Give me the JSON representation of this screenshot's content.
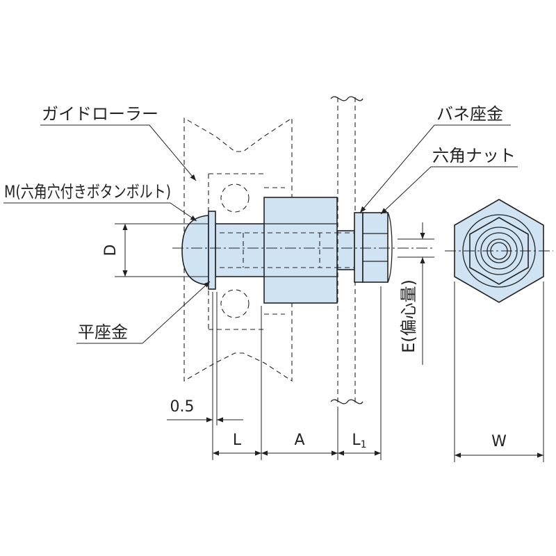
{
  "labels": {
    "guide_roller": "ガイドローラー",
    "button_bolt": "M(六角穴付きボタンボルト)",
    "flat_washer": "平座金",
    "spring_washer": "バネ座金",
    "hex_nut": "六角ナット",
    "eccentric": "E(偏心量)"
  },
  "dimensions": {
    "d": "D",
    "thickness": "0.5",
    "l": "L",
    "a": "A",
    "l1_main": "L",
    "l1_sub": "1",
    "w": "W"
  },
  "colors": {
    "part_fill": "#cfe3f2",
    "line": "#222222"
  }
}
